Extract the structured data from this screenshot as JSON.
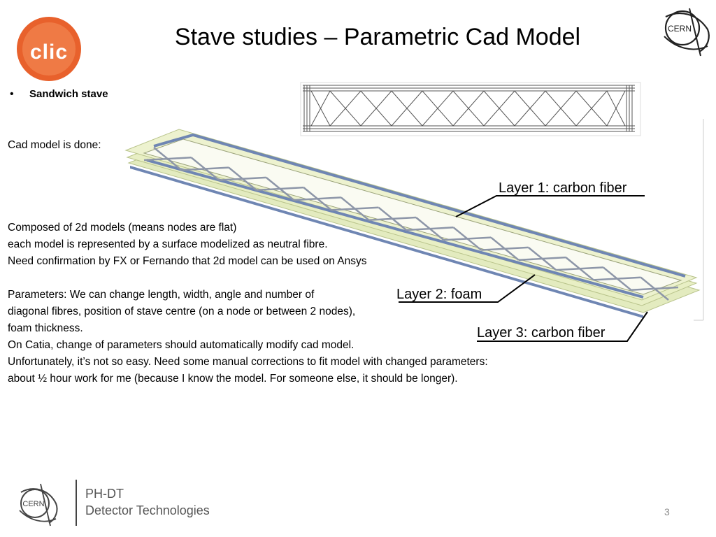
{
  "title": "Stave studies – Parametric Cad Model",
  "logos": {
    "clic_text": "CLIC",
    "cern_text": "CERN",
    "footer_cern_text": "CERN"
  },
  "bullet": "Sandwich stave",
  "body_lines": [
    "Cad model is done:",
    "Composed of 2d models (means nodes are flat)",
    "each model is represented by a surface modelized as neutral fibre.",
    "Need confirmation by FX or Fernando that 2d model can be used on Ansys",
    "Parameters: We can change length, width, angle and number of",
    "diagonal fibres, position of stave centre (on a node or between 2 nodes),",
    "foam thickness.",
    "On Catia, change of parameters should automatically modify cad model.",
    "Unfortunately, it’s not so easy. Need some manual corrections to fit model with changed parameters:",
    "about  ½ hour work for me (because I know the model. For someone else, it should be longer)."
  ],
  "callouts": {
    "layer1": "Layer 1: carbon fiber",
    "layer2": "Layer 2: foam",
    "layer3": "Layer 3: carbon fiber"
  },
  "footer": {
    "dept": "PH-DT",
    "group": "Detector Technologies"
  },
  "slide_number": "3",
  "colors": {
    "clic_orange": "#e8612c",
    "foam_green": "#e8efc4",
    "carbon_blue": "#6f86b3",
    "footer_gray": "#555555"
  }
}
